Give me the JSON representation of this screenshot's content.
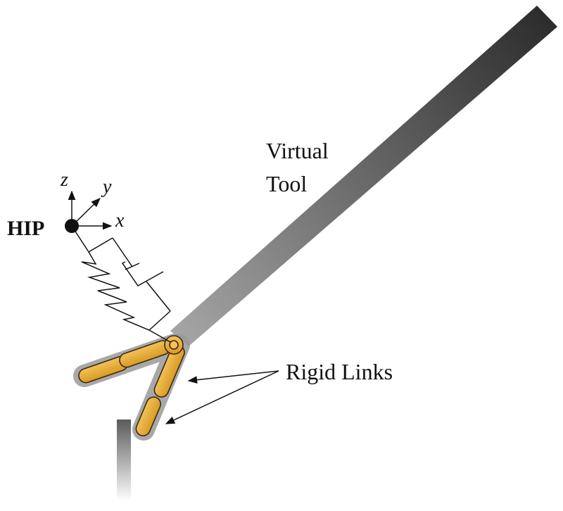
{
  "labels": {
    "virtual_tool_line1": "Virtual",
    "virtual_tool_line2": "Tool",
    "hip": "HIP",
    "rigid_links": "Rigid Links"
  },
  "axes": {
    "x": "x",
    "y": "y",
    "z": "z"
  },
  "colors": {
    "tool_dark": "#2b2b2b",
    "tool_light": "#a6a6a6",
    "link_fill": "#e9a935",
    "link_stroke": "#3a2a10",
    "halo": "#9a9a9a",
    "ink": "#111111"
  },
  "icons": {
    "hip_point": "filled-circle",
    "spring": "zigzag-spring",
    "damper": "dashpot"
  }
}
